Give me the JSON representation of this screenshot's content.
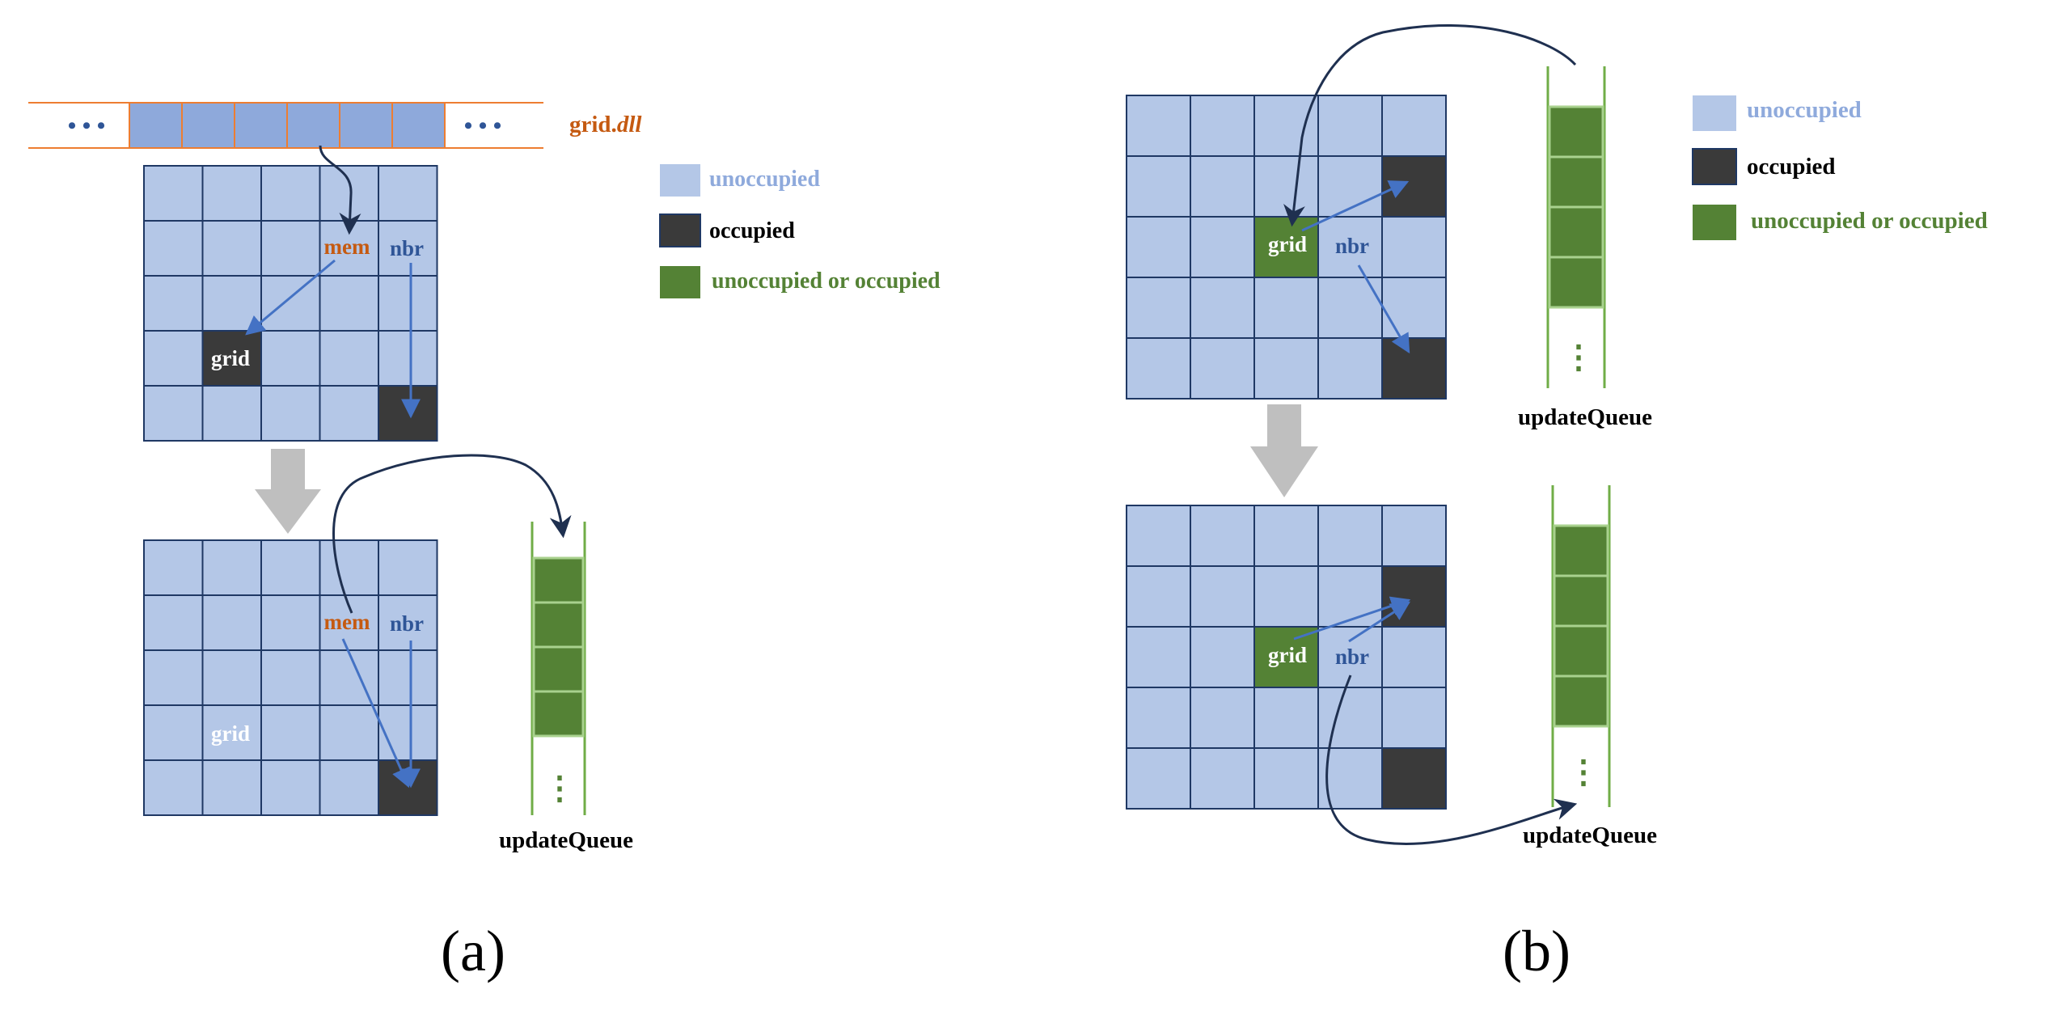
{
  "colors": {
    "unoccupied": "#B4C7E7",
    "occupied": "#3A3A3A",
    "queue_cell": "#548235",
    "grid_line": "#1F3864",
    "orange": "#C55A11",
    "blue_text": "#2F5597",
    "arrow_blue": "#4472C4",
    "arrow_dark": "#1F3050",
    "legend_unoccupied_text": "#8FAADC",
    "legend_green_text": "#548235",
    "queue_border": "#70AD47",
    "queue_divider": "#A9D18E",
    "gray_arrow": "#BFBFBF",
    "dll_cell": "#8EA9DB",
    "dll_line": "#ED7D31"
  },
  "panel_a": {
    "dll_label_prefix": "grid.",
    "dll_label_suffix": "dll",
    "dll_ellipsis_left": "• • •",
    "dll_ellipsis_right": "• • •",
    "top_grid": {
      "mem_label": "mem",
      "nbr_label": "nbr",
      "grid_label": "grid"
    },
    "bottom_grid": {
      "mem_label": "mem",
      "nbr_label": "nbr",
      "grid_label": "grid"
    },
    "queue_label": "updateQueue",
    "queue_ellipsis": "⋮",
    "caption": "(a)"
  },
  "panel_b": {
    "top_grid": {
      "grid_label": "grid",
      "nbr_label": "nbr"
    },
    "bottom_grid": {
      "grid_label": "grid",
      "nbr_label": "nbr"
    },
    "top_queue_label": "updateQueue",
    "bottom_queue_label": "updateQueue",
    "queue_ellipsis": "⋮",
    "caption": "(b)"
  },
  "legend_a": [
    {
      "label": "unoccupied",
      "key": "unoccupied"
    },
    {
      "label": "occupied",
      "key": "occupied"
    },
    {
      "label": "unoccupied or occupied",
      "key": "queue_cell"
    }
  ],
  "legend_b": [
    {
      "label": "unoccupied",
      "key": "unoccupied"
    },
    {
      "label": "occupied",
      "key": "occupied"
    },
    {
      "label": "unoccupied or occupied",
      "key": "queue_cell"
    }
  ]
}
